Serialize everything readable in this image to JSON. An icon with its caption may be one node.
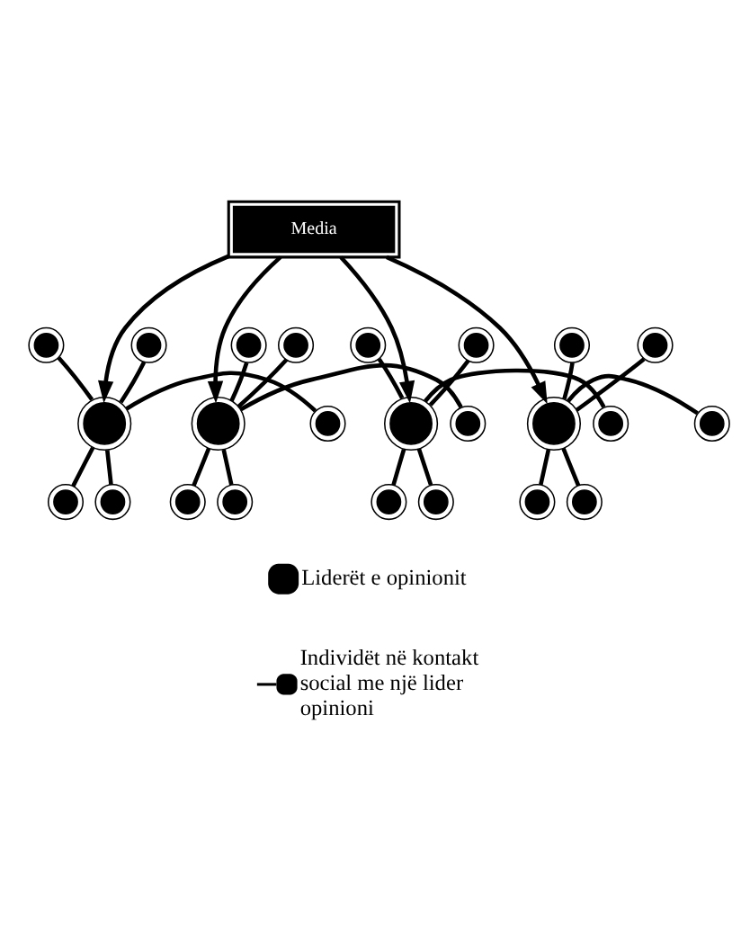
{
  "diagram": {
    "nodes": [
      {
        "text": [
          "Media"
        ]
      },
      {
        "text": [],
        "shape": "circle"
      },
      {
        "text": [],
        "shape": "circle"
      },
      {
        "text": [],
        "shape": "circle"
      },
      {
        "text": [],
        "shape": "circle"
      },
      {
        "text": [],
        "shape": "circle"
      },
      {
        "text": [],
        "shape": "circle"
      },
      {
        "text": [],
        "shape": "circle"
      },
      {
        "text": [],
        "shape": "circle"
      },
      {
        "text": [],
        "shape": "circle"
      },
      {
        "text": [],
        "shape": "circle"
      },
      {
        "text": [],
        "shape": "circle"
      },
      {
        "text": [],
        "shape": "circle"
      },
      {
        "text": [],
        "shape": "circle"
      },
      {
        "text": [],
        "shape": "circle"
      },
      {
        "text": [],
        "shape": "circle"
      },
      {
        "text": [],
        "shape": "circle"
      },
      {
        "text": [],
        "shape": "circle"
      },
      {
        "text": [],
        "shape": "circle"
      },
      {
        "text": [],
        "shape": "circle"
      },
      {
        "text": [],
        "shape": "circle"
      },
      {
        "text": [],
        "shape": "circle"
      },
      {
        "text": [],
        "shape": "circle"
      },
      {
        "text": [],
        "shape": "circle"
      },
      {
        "text": [],
        "shape": "circle"
      }
    ],
    "edges": [
      {
        "from": 0,
        "to": 1,
        "arrow": "to"
      },
      {
        "from": 0,
        "to": 7,
        "arrow": "to"
      },
      {
        "from": 0,
        "to": 13,
        "arrow": "to"
      },
      {
        "from": 0,
        "to": 19,
        "arrow": "to"
      },
      {
        "from": 1,
        "to": 2,
        "arrow": "none"
      },
      {
        "from": 1,
        "to": 3,
        "arrow": "none"
      },
      {
        "from": 1,
        "to": 4,
        "arrow": "none"
      },
      {
        "from": 1,
        "to": 5,
        "arrow": "none"
      },
      {
        "from": 1,
        "to": 6,
        "arrow": "none"
      },
      {
        "from": 7,
        "to": 8,
        "arrow": "none"
      },
      {
        "from": 7,
        "to": 9,
        "arrow": "none"
      },
      {
        "from": 7,
        "to": 10,
        "arrow": "none"
      },
      {
        "from": 7,
        "to": 11,
        "arrow": "none"
      },
      {
        "from": 7,
        "to": 12,
        "arrow": "none"
      },
      {
        "from": 13,
        "to": 14,
        "arrow": "none"
      },
      {
        "from": 13,
        "to": 15,
        "arrow": "none"
      },
      {
        "from": 13,
        "to": 16,
        "arrow": "none"
      },
      {
        "from": 13,
        "to": 17,
        "arrow": "none"
      },
      {
        "from": 13,
        "to": 18,
        "arrow": "none"
      },
      {
        "from": 19,
        "to": 20,
        "arrow": "none"
      },
      {
        "from": 19,
        "to": 21,
        "arrow": "none"
      },
      {
        "from": 19,
        "to": 22,
        "arrow": "none"
      },
      {
        "from": 19,
        "to": 23,
        "arrow": "none"
      },
      {
        "from": 19,
        "to": 24,
        "arrow": "none"
      }
    ],
    "legend": [
      {
        "text": "Liderët e opinionit"
      },
      {
        "text": "Individët në kontakt social me një lider opinioni"
      }
    ]
  }
}
